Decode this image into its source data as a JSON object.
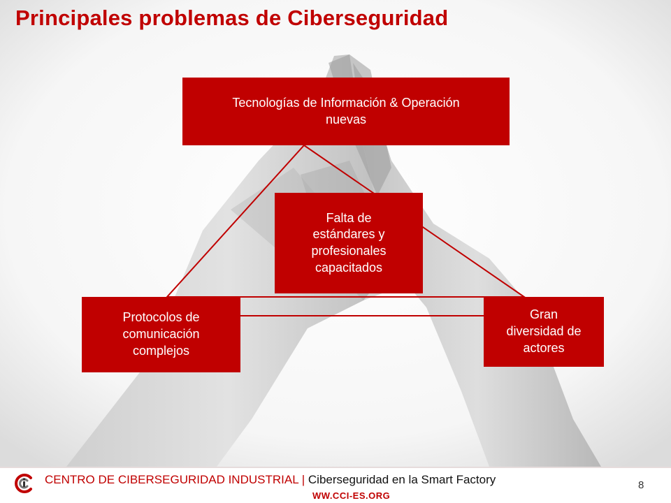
{
  "slide": {
    "title": "Principales problemas de Ciberseguridad",
    "page_number": "8"
  },
  "diagram": {
    "top": {
      "lines": [
        "Tecnologías de Información & Operación",
        "nuevas"
      ]
    },
    "center": {
      "lines": [
        "Falta de",
        "estándares y",
        "profesionales",
        "capacitados"
      ]
    },
    "left": {
      "lines": [
        "Protocolos de",
        "comunicación",
        "complejos"
      ]
    },
    "right": {
      "lines": [
        "Gran",
        "diversidad de",
        "actores"
      ]
    }
  },
  "footer": {
    "org": "CENTRO DE CIBERSEGURIDAD INDUSTRIAL",
    "separator": " | ",
    "subtitle": "Ciberseguridad en la Smart Factory",
    "url": "WW.CCI-ES.ORG"
  },
  "colors": {
    "accent": "#c00000",
    "box_text": "#ffffff",
    "footer_text": "#111111"
  },
  "icons": {
    "logo": "cci-logo-icon",
    "background": "praying-hands-photo"
  }
}
